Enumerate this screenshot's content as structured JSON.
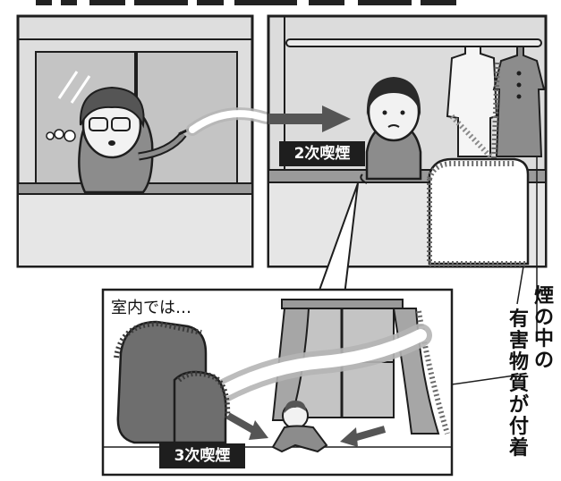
{
  "labels": {
    "second_hand": "2次喫煙",
    "third_hand": "3次喫煙",
    "indoors": "室内では…",
    "note_col1": "煙の中の",
    "note_col2": "有害物質が付着"
  },
  "colors": {
    "ink": "#1e1e1e",
    "wall": "#d9d9d9",
    "glass": "#bfbfbf",
    "skin": "#f2f2f2",
    "clothing": "#8c8c8c",
    "sofa": "#6e6e6e",
    "curtain": "#a6a6a6",
    "arrow": "#555555"
  }
}
